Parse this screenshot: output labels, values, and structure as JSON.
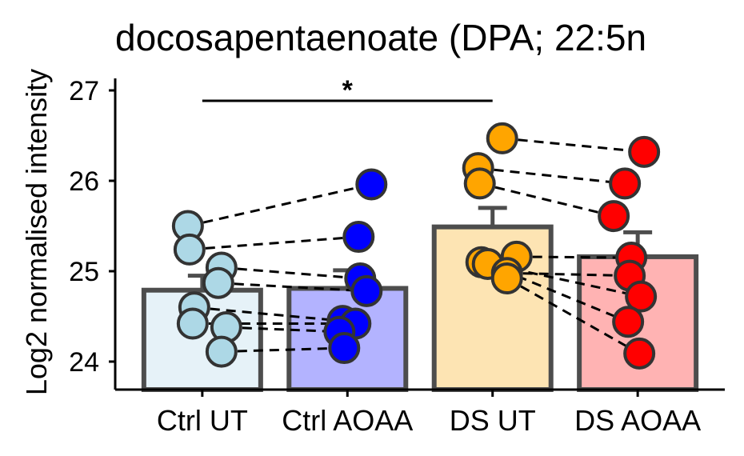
{
  "chart_data": {
    "type": "bar",
    "title": "docosapentaenoate (DPA; 22:5n",
    "ylabel": "Log2 normalised intensity",
    "xlabel": "",
    "ylim": [
      23.7,
      27.1
    ],
    "yticks": [
      "24",
      "25",
      "26",
      "27"
    ],
    "categories": [
      "Ctrl UT",
      "Ctrl AOAA",
      "DS UT",
      "DS AOAA"
    ],
    "bar_values": [
      24.79,
      24.81,
      25.49,
      25.16
    ],
    "error_upper": [
      24.95,
      25.01,
      25.7,
      25.43
    ],
    "bar_fill_colors": [
      "#e6f2f8",
      "#b3b3ff",
      "#fde4b3",
      "#ffb3b3"
    ],
    "point_colors": [
      "#add8e6",
      "#0000ff",
      "#ffa500",
      "#ff0000"
    ],
    "points": [
      [
        25.5,
        25.24,
        25.04,
        24.87,
        24.6,
        24.42,
        24.38,
        24.11
      ],
      [
        25.96,
        25.38,
        24.92,
        24.78,
        24.45,
        24.42,
        24.33,
        24.15
      ],
      [
        26.47,
        26.14,
        25.97,
        25.16,
        25.1,
        25.08,
        24.98,
        24.92
      ],
      [
        26.32,
        25.97,
        25.61,
        25.15,
        24.95,
        24.72,
        24.44,
        24.09
      ]
    ],
    "pairs": [
      {
        "from": 0,
        "to": 1,
        "links": [
          [
            25.5,
            25.96
          ],
          [
            25.24,
            25.38
          ],
          [
            25.04,
            24.92
          ],
          [
            24.87,
            24.78
          ],
          [
            24.6,
            24.45
          ],
          [
            24.42,
            24.42
          ],
          [
            24.38,
            24.33
          ],
          [
            24.11,
            24.15
          ]
        ]
      },
      {
        "from": 2,
        "to": 3,
        "links": [
          [
            26.47,
            26.32
          ],
          [
            26.14,
            25.97
          ],
          [
            25.97,
            25.61
          ],
          [
            25.16,
            25.15
          ],
          [
            25.1,
            24.72
          ],
          [
            25.08,
            24.44
          ],
          [
            24.98,
            24.95
          ],
          [
            24.92,
            24.09
          ]
        ]
      }
    ],
    "significance": [
      {
        "from": 0,
        "to": 2,
        "label": "*"
      }
    ]
  }
}
